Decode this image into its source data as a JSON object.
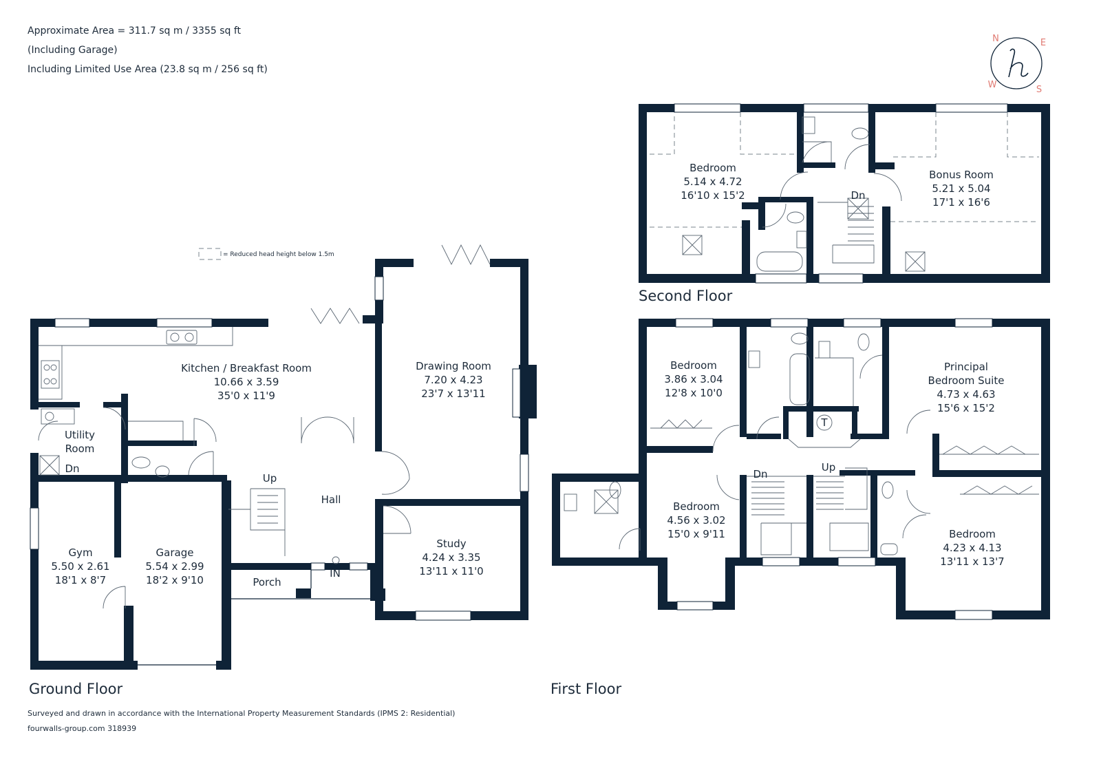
{
  "header": {
    "area": "Approximate Area = 311.7 sq m / 3355 sq ft",
    "garage_note": "(Including Garage)",
    "limited_use": "Including Limited Use Area (23.8 sq m / 256 sq ft)"
  },
  "legend": {
    "text": "= Reduced head height below 1.5m"
  },
  "compass": {
    "n": "N",
    "e": "E",
    "s": "S",
    "w": "W",
    "logo": "h",
    "color": "#e07a72"
  },
  "floors": {
    "ground": "Ground Floor",
    "first": "First Floor",
    "second": "Second Floor"
  },
  "markers": {
    "in": "IN",
    "up": "Up",
    "dn": "Dn",
    "t": "T"
  },
  "rooms": {
    "kitchen": {
      "name": "Kitchen / Breakfast Room",
      "metric": "10.66 x 3.59",
      "imperial": "35'0 x 11'9"
    },
    "drawing": {
      "name": "Drawing Room",
      "metric": "7.20 x 4.23",
      "imperial": "23'7 x 13'11"
    },
    "utility": {
      "name": "Utility",
      "name2": "Room"
    },
    "hall": {
      "name": "Hall"
    },
    "gym": {
      "name": "Gym",
      "metric": "5.50 x 2.61",
      "imperial": "18'1 x 8'7"
    },
    "garage": {
      "name": "Garage",
      "metric": "5.54 x 2.99",
      "imperial": "18'2 x 9'10"
    },
    "porch": {
      "name": "Porch"
    },
    "study": {
      "name": "Study",
      "metric": "4.24 x 3.35",
      "imperial": "13'11 x 11'0"
    },
    "bed1f": {
      "name": "Bedroom",
      "metric": "3.86 x 3.04",
      "imperial": "12'8 x 10'0"
    },
    "principal": {
      "name": "Principal",
      "name2": "Bedroom Suite",
      "metric": "4.73 x 4.63",
      "imperial": "15'6 x 15'2"
    },
    "bed2f": {
      "name": "Bedroom",
      "metric": "4.56 x 3.02",
      "imperial": "15'0 x 9'11"
    },
    "bed3f": {
      "name": "Bedroom",
      "metric": "4.23 x 4.13",
      "imperial": "13'11 x 13'7"
    },
    "bed2s": {
      "name": "Bedroom",
      "metric": "5.14 x 4.72",
      "imperial": "16'10 x 15'2"
    },
    "bonus": {
      "name": "Bonus Room",
      "metric": "5.21 x 5.04",
      "imperial": "17'1 x 16'6"
    }
  },
  "footer": {
    "survey": "Surveyed and drawn in accordance with the International Property Measurement Standards (IPMS 2: Residential)",
    "ref": "fourwalls-group.com 318939"
  }
}
